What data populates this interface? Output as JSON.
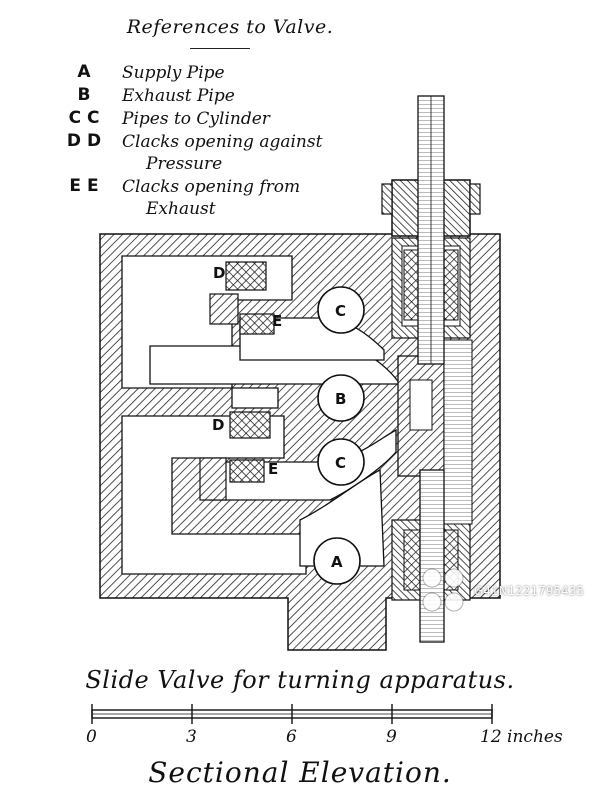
{
  "legend_title": "References to Valve.",
  "legend": [
    {
      "key": "A",
      "line1": "Supply Pipe",
      "line2": ""
    },
    {
      "key": "B",
      "line1": "Exhaust Pipe",
      "line2": ""
    },
    {
      "key": "C C",
      "line1": "Pipes to Cylinder",
      "line2": ""
    },
    {
      "key": "D D",
      "line1": "Clacks opening against",
      "line2": "Pressure"
    },
    {
      "key": "E E",
      "line1": "Clacks opening from",
      "line2": "Exhaust"
    }
  ],
  "diagram_labels": {
    "A": "A",
    "B": "B",
    "C": "C",
    "D": "D",
    "E": "E"
  },
  "caption": "Slide Valve for turning apparatus.",
  "scale": {
    "ticks": [
      "0",
      "3",
      "6",
      "9",
      "12 inches"
    ]
  },
  "bottom_title": "Sectional Elevation.",
  "watermark": {
    "text": "G41N1221795435"
  }
}
